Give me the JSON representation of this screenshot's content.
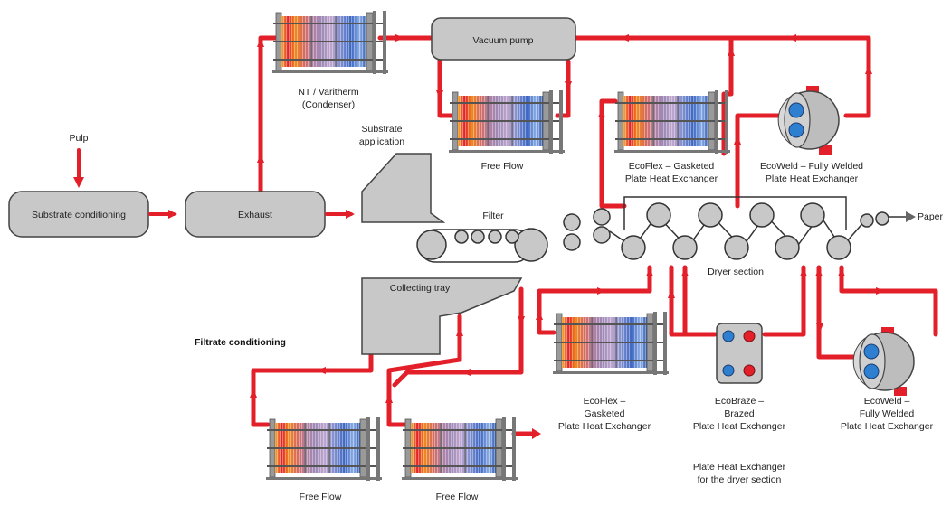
{
  "labels": {
    "pulp": "Pulp",
    "substrate_conditioning": "Substrate conditioning",
    "exhaust": "Exhaust",
    "substrate_application_1": "Substrate",
    "substrate_application_2": "application",
    "nt_condenser_1": "NT / Varitherm",
    "nt_condenser_2": "(Condenser)",
    "vacuum_pump": "Vacuum pump",
    "free_flow_top": "Free Flow",
    "ecoflex_top_1": "EcoFlex – Gasketed",
    "ecoflex_top_2": "Plate Heat Exchanger",
    "ecoweld_top_1": "EcoWeld – Fully Welded",
    "ecoweld_top_2": "Plate Heat Exchanger",
    "filter": "Filter",
    "paper": "Paper",
    "dryer_section": "Dryer section",
    "collecting_tray": "Collecting tray",
    "filtrate_conditioning": "Filtrate conditioning",
    "ecoflex_bottom_1": "EcoFlex –",
    "ecoflex_bottom_2": "Gasketed",
    "ecoflex_bottom_3": "Plate Heat Exchanger",
    "ecobraze_1": "EcoBraze –",
    "ecobraze_2": "Brazed",
    "ecobraze_3": "Plate Heat Exchanger",
    "ecoweld_bottom_1": "EcoWeld –",
    "ecoweld_bottom_2": "Fully Welded",
    "ecoweld_bottom_3": "Plate Heat Exchanger",
    "dryer_phe_1": "Plate Heat Exchanger",
    "dryer_phe_2": "for the dryer section",
    "free_flow_bottom_left": "Free Flow",
    "free_flow_bottom_right": "Free Flow"
  },
  "colors": {
    "pipe": "#e3202a",
    "equipment_fill": "#c8c8c8",
    "outline": "#444444",
    "plate_red": "#e3202a",
    "plate_orange": "#f39a1e",
    "plate_purple": "#a889b8",
    "plate_blue": "#3b6fc4",
    "port_blue": "#2f7fd1",
    "arrow_gray": "#666666"
  }
}
